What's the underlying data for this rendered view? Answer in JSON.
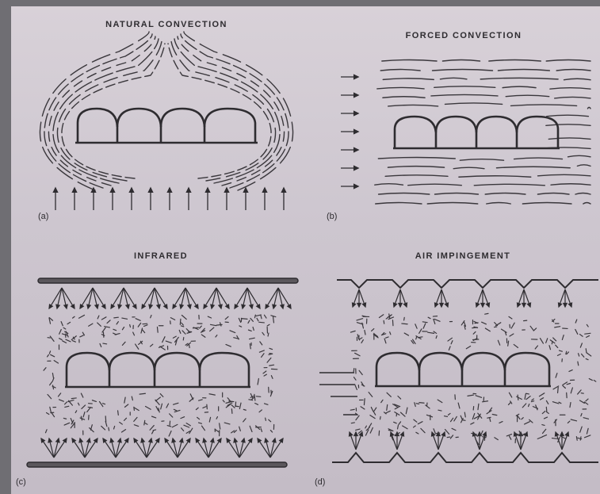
{
  "figure": {
    "panels": [
      {
        "id": "a",
        "title": "NATURAL  CONVECTION",
        "label": "(a)"
      },
      {
        "id": "b",
        "title": "FORCED  CONVECTION",
        "label": "(b)"
      },
      {
        "id": "c",
        "title": "INFRARED",
        "label": "(c)"
      },
      {
        "id": "d",
        "title": "AIR  IMPINGEMENT",
        "label": "(d)"
      }
    ]
  },
  "colors": {
    "ink": "#2e2c30",
    "paper": "#d2cbd3",
    "background": "#6f6e73"
  }
}
